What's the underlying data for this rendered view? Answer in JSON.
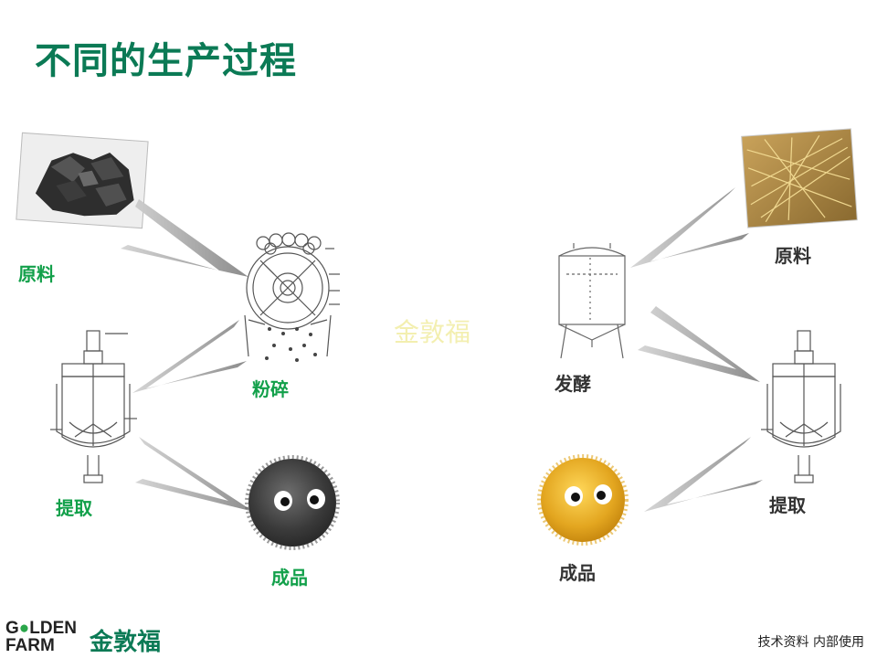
{
  "title": "不同的生产过程",
  "watermark": "金敦福",
  "left_process": {
    "raw": "原料",
    "crush": "粉碎",
    "extract": "提取",
    "product": "成品"
  },
  "right_process": {
    "raw": "原料",
    "ferment": "发酵",
    "extract": "提取",
    "product": "成品"
  },
  "logo": {
    "line1_a": "G",
    "line1_b": "LDEN",
    "line2": "FARM",
    "cn": "金敦福"
  },
  "footer": "技术资料  内部使用",
  "colors": {
    "title": "#0b7a55",
    "left_label": "#12a04a",
    "right_label": "#333333",
    "arrow": "#9a9a9a"
  }
}
